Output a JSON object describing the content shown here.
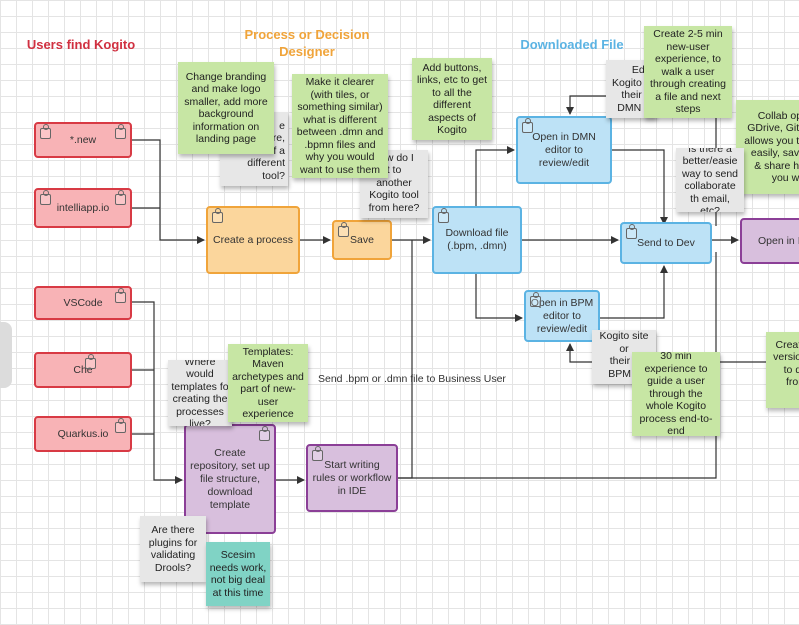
{
  "columns": {
    "users": "Users find Kogito",
    "designer": "Process or Decision\nDesigner",
    "downloaded": "Downloaded File"
  },
  "colors": {
    "users_title": "#d03040",
    "designer_title": "#f0a43a",
    "downloaded_title": "#5bb3e3"
  },
  "nodes": {
    "new": "*.new",
    "intelliapp": "intelliapp.io",
    "vscode": "VSCode",
    "che": "Che",
    "quarkus": "Quarkus.io",
    "create_process": "Create a process",
    "save": "Save",
    "download_file": "Download file (.bpm, .dmn)",
    "open_dmn": "Open in DMN editor to review/edit",
    "open_bpm": "Open in BPM editor to review/edit",
    "send_to_dev": "Send to Dev",
    "open_in": "Open in I",
    "create_repo": "Create repository, set up file structure, download template",
    "start_writing": "Start writing rules or workflow in IDE"
  },
  "stickies": {
    "change_branding": "Change branding and make logo smaller, add more background information on landing page",
    "gray_behind_branding": "e\nre,\ninstead of a\ndifferent tool?",
    "make_clearer": "Make it clearer (with tiles, or something similar) what is different between .dmn and .bpmn files and why you would want to use them",
    "how_do_i": "how do I\nt to\nanother\nKogito tool\nfrom here?",
    "add_buttons": "Add buttons, links, etc to get to all the different aspects of Kogito",
    "edit_on_top": "Edit\nKogito s\ntheir c\nDMN e",
    "create_2_5": "Create 2-5 min new-user experience, to walk a user through creating a file and next steps",
    "collab": "Collab opt\nGDrive, Gith\nallows you to\neasily, save\n& share ho\nyou wa",
    "better_easier": "Is there a better/easie way to send collaborate th email, etc?",
    "edit_on_bottom": "Edit on\nKogito site or\ntheir c\nBPM e",
    "thirty_min": "30 min experience to guide a user through the whole Kogito process end-to-end",
    "create_version": "Create\nversion\nto do\nfrom\ne",
    "where_would": "Where would\ntemplates fo\ncreating the\nprocesses\nlive?",
    "templates": "Templates: Maven archetypes and part of new-user experience",
    "plugins": "Are there plugins for validating Drools?",
    "scesim": "Scesim needs work, not big deal at this time"
  },
  "labels": {
    "send_bpm": "Send .bpm or .dmn file to Business User"
  }
}
